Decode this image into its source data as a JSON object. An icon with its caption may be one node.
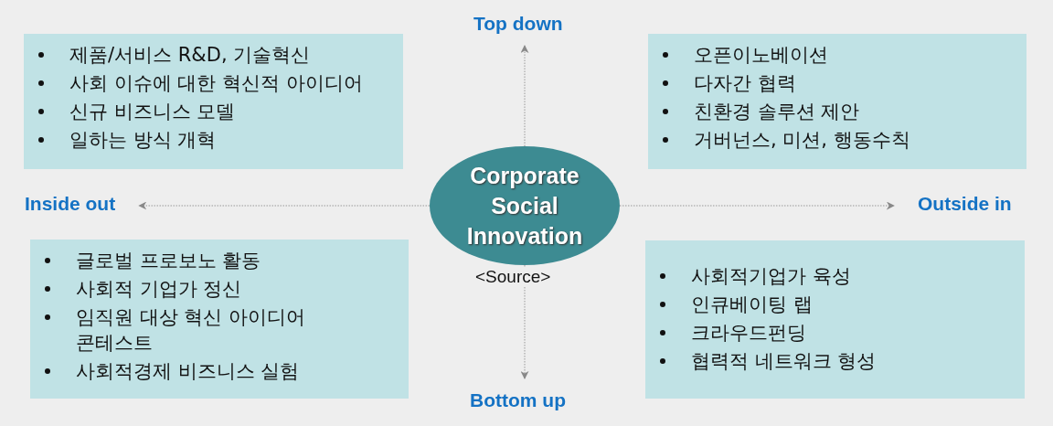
{
  "diagram": {
    "nodes": [
      {
        "text": [
          "Corporate Social Innovation"
        ],
        "beside": [
          "<Source>"
        ]
      },
      {
        "text": [
          "제품/서비스 R&D, 기술혁신",
          "사회 이슈에 대한 혁신적 아이디어",
          "신규 비즈니스 모델",
          "일하는 방식 개혁"
        ]
      },
      {
        "text": [
          "오픈이노베이션",
          "다자간 협력",
          "친환경 솔루션 제안",
          "거버넌스, 미션, 행동수칙"
        ]
      },
      {
        "text": [
          "글로벌 프로보노 활동",
          "사회적 기업가 정신",
          "임직원 대상 혁신 아이디어 콘테스트",
          "사회적경제 비즈니스 실험"
        ]
      },
      {
        "text": [
          "사회적기업가 육성",
          "인큐베이팅 랩",
          "크라우드펀딩",
          "협력적 네트워크 형성"
        ]
      },
      {
        "text": [
          "Top down"
        ]
      },
      {
        "text": [
          "Inside out"
        ]
      },
      {
        "text": [
          "Outside in"
        ]
      },
      {
        "text": [
          "Bottom up"
        ]
      }
    ],
    "edges": [
      {
        "from": 0,
        "to": 5,
        "arrow": "to",
        "style": "dashed"
      },
      {
        "from": 0,
        "to": 6,
        "arrow": "to",
        "style": "dashed"
      },
      {
        "from": 0,
        "to": 7,
        "arrow": "to",
        "style": "dashed"
      },
      {
        "from": 0,
        "to": 8,
        "arrow": "to",
        "style": "dashed"
      }
    ]
  }
}
